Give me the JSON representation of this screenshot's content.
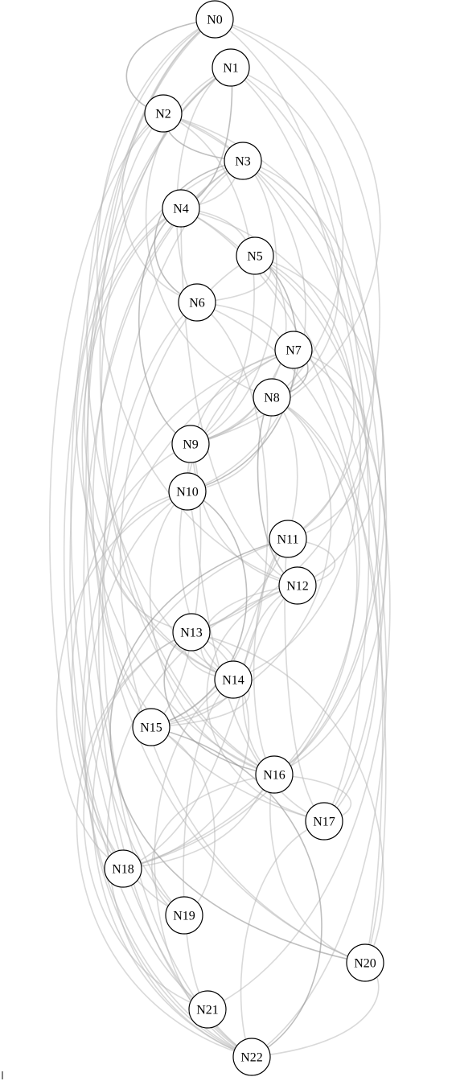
{
  "nodes": [
    {
      "id": "N0",
      "label": "N0"
    },
    {
      "id": "N1",
      "label": "N1"
    },
    {
      "id": "N2",
      "label": "N2"
    },
    {
      "id": "N3",
      "label": "N3"
    },
    {
      "id": "N4",
      "label": "N4"
    },
    {
      "id": "N5",
      "label": "N5"
    },
    {
      "id": "N6",
      "label": "N6"
    },
    {
      "id": "N7",
      "label": "N7"
    },
    {
      "id": "N8",
      "label": "N8"
    },
    {
      "id": "N9",
      "label": "N9"
    },
    {
      "id": "N10",
      "label": "N10"
    },
    {
      "id": "N11",
      "label": "N11"
    },
    {
      "id": "N12",
      "label": "N12"
    },
    {
      "id": "N13",
      "label": "N13"
    },
    {
      "id": "N14",
      "label": "N14"
    },
    {
      "id": "N15",
      "label": "N15"
    },
    {
      "id": "N16",
      "label": "N16"
    },
    {
      "id": "N17",
      "label": "N17"
    },
    {
      "id": "N18",
      "label": "N18"
    },
    {
      "id": "N19",
      "label": "N19"
    },
    {
      "id": "N20",
      "label": "N20"
    },
    {
      "id": "N21",
      "label": "N21"
    },
    {
      "id": "N22",
      "label": "N22"
    }
  ],
  "colors": {
    "edge": "#b4b4b4",
    "node_stroke": "#000000",
    "node_fill": "#ffffff"
  }
}
